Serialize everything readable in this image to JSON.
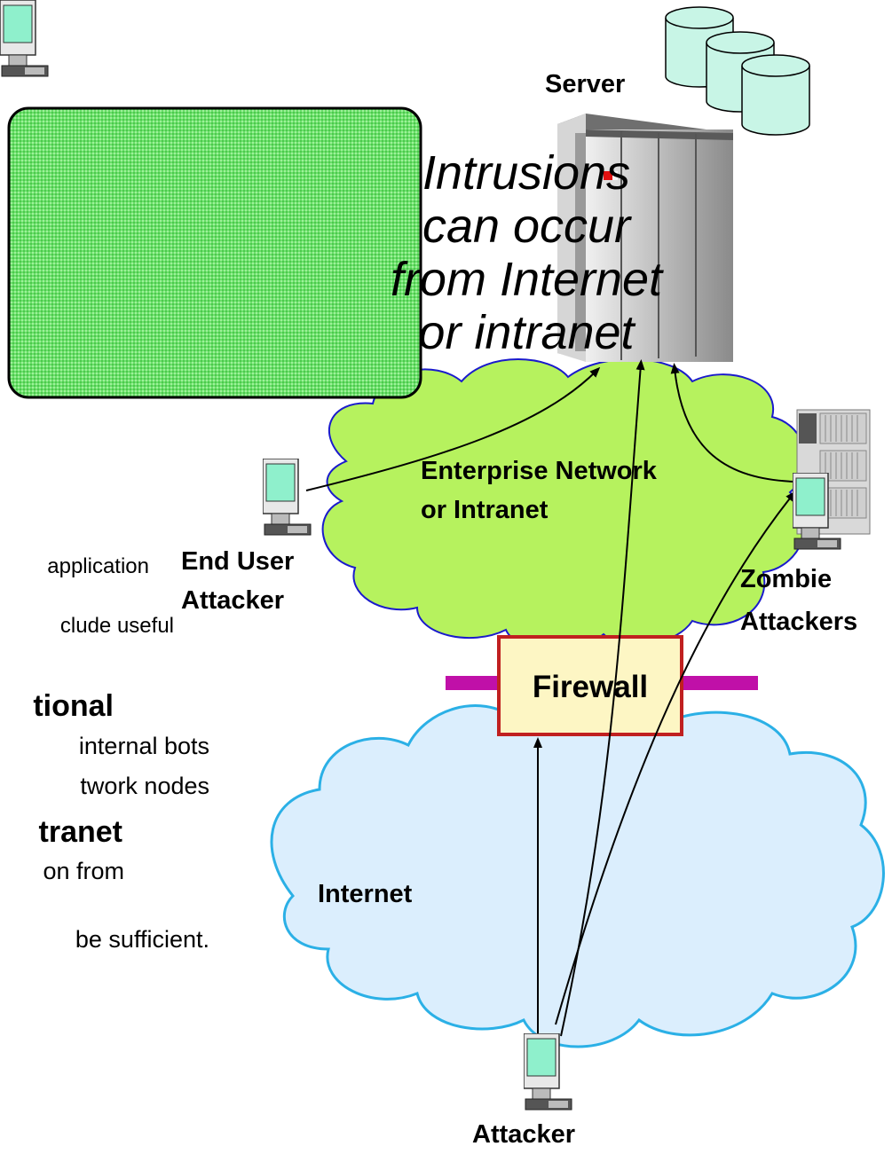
{
  "callout": {
    "text": "Intrusions can occur from Internet or intranet"
  },
  "labels": {
    "server": "Server",
    "enterprise_line1": "Enterprise Network",
    "enterprise_line2": "or Intranet",
    "end_user_line1": "End User",
    "end_user_line2": "Attacker",
    "zombie_line1": "Zombie",
    "zombie_line2": "Attackers",
    "firewall": "Firewall",
    "internet": "Internet",
    "attacker": "Attacker"
  },
  "left_fragments": [
    {
      "text": "application",
      "style": "small"
    },
    {
      "text": "clude useful",
      "style": "small"
    },
    {
      "text": "tional",
      "style": "big"
    },
    {
      "text": "internal bots",
      "style": "mid"
    },
    {
      "text": "twork nodes",
      "style": "mid"
    },
    {
      "text": "tranet",
      "style": "big"
    },
    {
      "text": "on from",
      "style": "mid"
    },
    {
      "text": "be sufficient.",
      "style": "mid"
    }
  ],
  "colors": {
    "enterprise_cloud": "#b6f25e",
    "enterprise_outline": "#1a1acc",
    "internet_cloud": "#dbeefd",
    "internet_outline": "#2bb0e6",
    "callout_fill": "#6be06b",
    "firewall_fill": "#fdf6c4",
    "firewall_border": "#c02020",
    "firewall_bar": "#c010a8",
    "disk": "#c8f5e6",
    "screen": "#8ff0cc"
  }
}
